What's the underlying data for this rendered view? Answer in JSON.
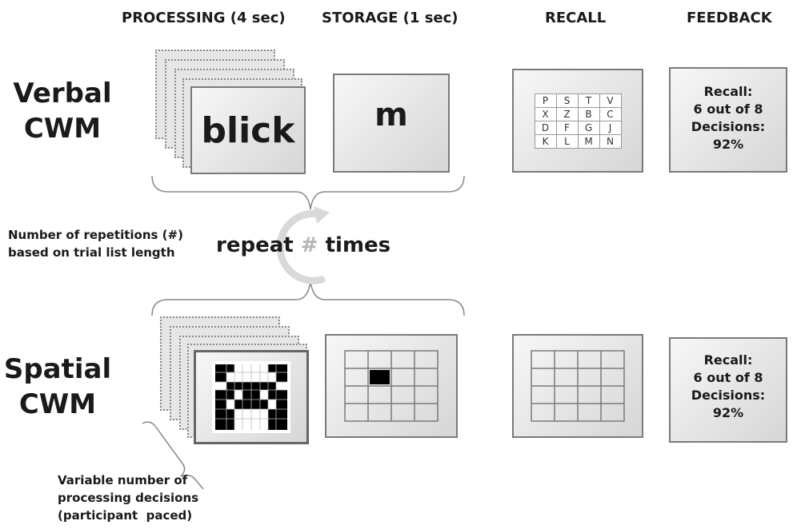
{
  "headers": {
    "processing": "PROCESSING (4 sec)",
    "storage": "STORAGE (1 sec)",
    "recall": "RECALL",
    "feedback": "FEEDBACK"
  },
  "verbal": {
    "label_line1": "Verbal",
    "label_line2": "CWM",
    "processing_word": "blick",
    "storage_letter": "m",
    "recall_letters": [
      "P",
      "S",
      "T",
      "V",
      "X",
      "Z",
      "B",
      "C",
      "D",
      "F",
      "G",
      "J",
      "K",
      "L",
      "M",
      "N"
    ],
    "feedback": {
      "line1": "Recall:",
      "line2": "6 out of 8",
      "line3": "Decisions:",
      "line4": "92%"
    }
  },
  "repeat": {
    "note_line1": "Number of repetitions (#)",
    "note_line2": "based on trial list length",
    "text_pre": "repeat",
    "hash": "#",
    "text_post": "times"
  },
  "spatial": {
    "label_line1": "Spatial",
    "label_line2": "CWM",
    "feedback": {
      "line1": "Recall:",
      "line2": "6 out of 8",
      "line3": "Decisions:",
      "line4": "92%"
    },
    "note_line1": "Variable number of",
    "note_line2": "processing decisions",
    "note_line3": "(participant  paced)"
  }
}
